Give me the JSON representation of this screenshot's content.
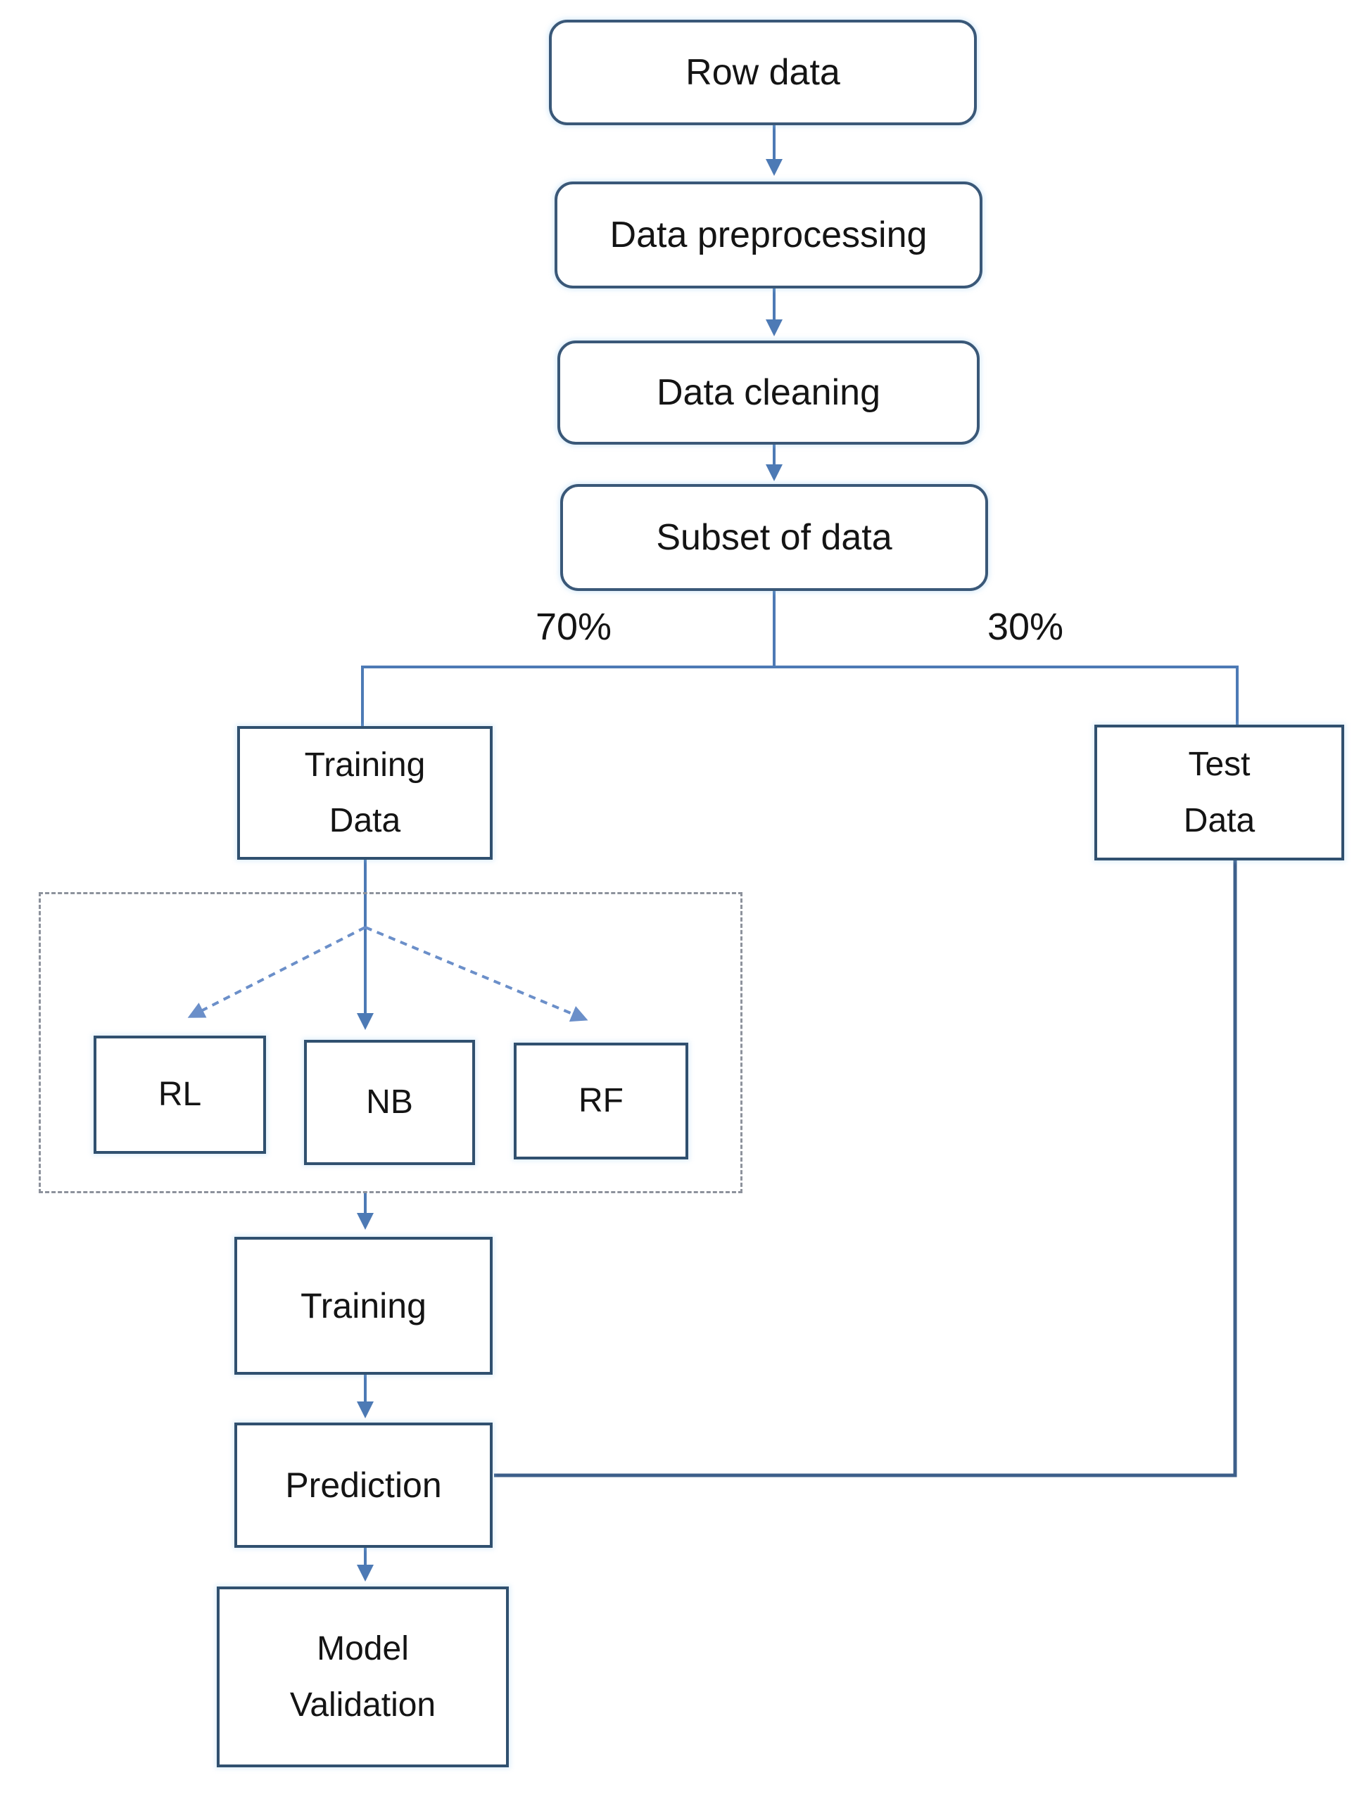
{
  "diagram": {
    "nodes": {
      "row_data": {
        "label": "Row data"
      },
      "data_preprocessing": {
        "label": "Data preprocessing"
      },
      "data_cleaning": {
        "label": "Data cleaning"
      },
      "subset_of_data": {
        "label": "Subset of data"
      },
      "training_data": {
        "lines": [
          "Training",
          "Data"
        ]
      },
      "test_data": {
        "lines": [
          "Test",
          "Data"
        ]
      },
      "rl": {
        "label": "RL"
      },
      "nb": {
        "label": "NB"
      },
      "rf": {
        "label": "RF"
      },
      "training": {
        "label": "Training"
      },
      "prediction": {
        "label": "Prediction"
      },
      "model_validation": {
        "lines": [
          "Model",
          "Validation"
        ]
      }
    },
    "edge_labels": {
      "training_split": "70%",
      "test_split": "30%"
    }
  },
  "colors": {
    "rounded-border": "#3a5878",
    "rect-border": "#30506f",
    "connector": "#4d7ab5",
    "connector-dark": "#3d5f8a",
    "dashed-arrow": "#6b8fc9",
    "dash-border": "#8d929c",
    "text": "#141414",
    "background": "#ffffff"
  }
}
